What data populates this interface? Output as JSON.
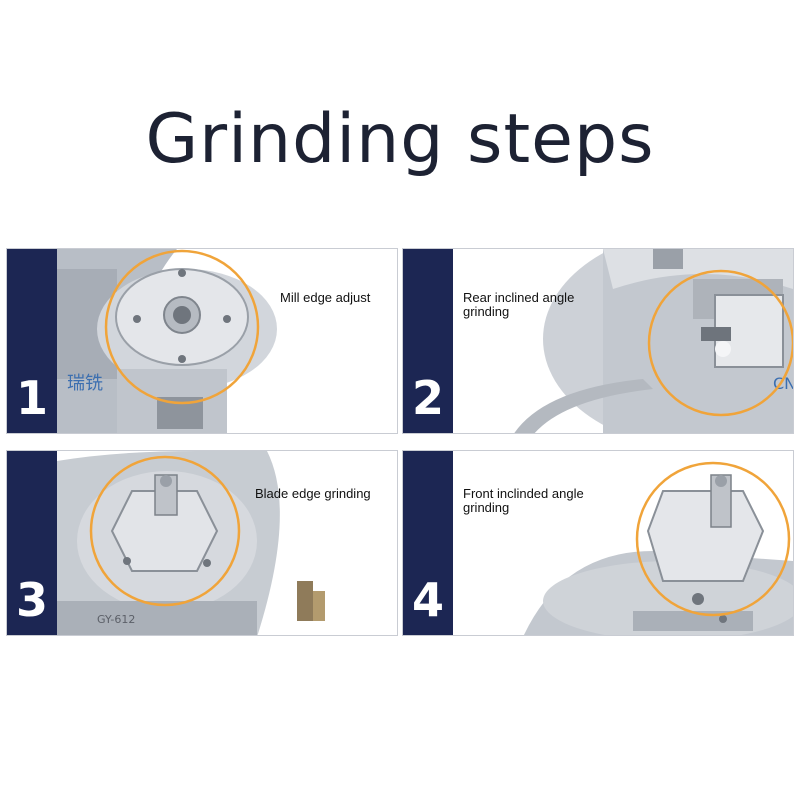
{
  "title": "Grinding steps",
  "steps": [
    {
      "number": "1",
      "label": "Mill edge adjust"
    },
    {
      "number": "2",
      "label": "Rear inclined angle\ngrinding"
    },
    {
      "number": "3",
      "label": "Blade edge grinding"
    },
    {
      "number": "4",
      "label": "Front inclinded angle\ngrinding"
    }
  ],
  "colors": {
    "bar": "#1c2653",
    "highlight_circle": "#f0a43a",
    "metal": "#c9ccd1",
    "title": "#1d2233"
  }
}
